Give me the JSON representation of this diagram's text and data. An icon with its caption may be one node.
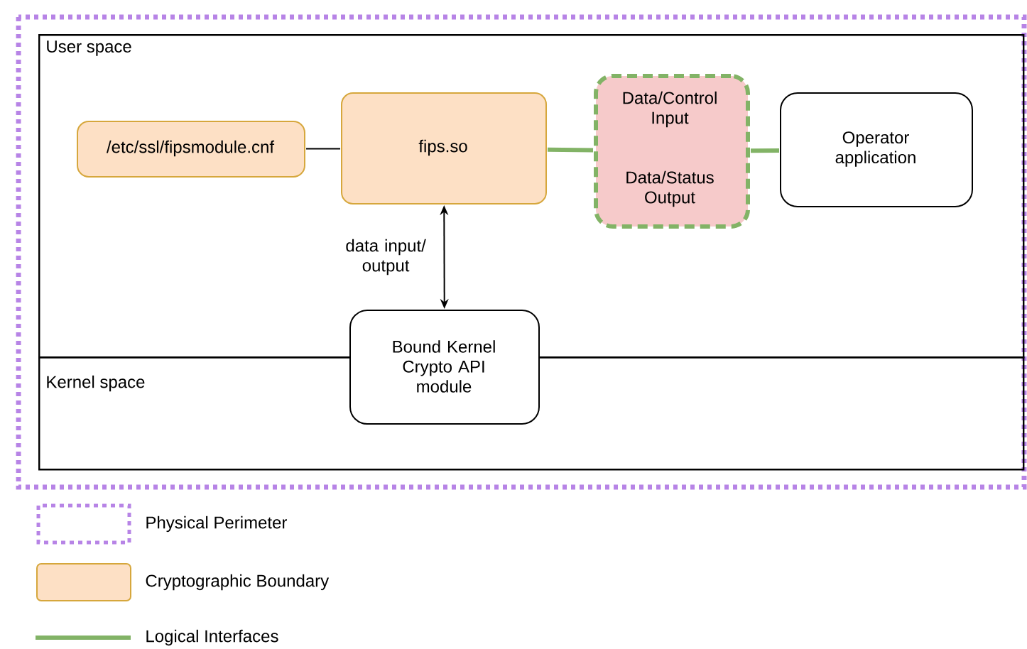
{
  "diagram": {
    "nodes": [
      {
        "text": [
          "User space"
        ]
      },
      {
        "text": [
          "Kernel space"
        ]
      },
      {
        "text": [
          "/etc/ssl/fipsmodule.cnf"
        ],
        "in": 0
      },
      {
        "text": [
          "fips.so"
        ],
        "in": 0
      },
      {
        "text": [
          "Data/Control Input",
          "Data/Status Output"
        ],
        "in": 0
      },
      {
        "text": [
          "Operator application"
        ],
        "in": 0
      },
      {
        "text": [
          "Bound Kernel Crypto API module"
        ]
      }
    ],
    "edges": [
      {
        "from": 2,
        "to": 3,
        "arrow": "none"
      },
      {
        "from": 3,
        "to": 4,
        "arrow": "none",
        "style": "thick",
        "color": "#82b366"
      },
      {
        "from": 4,
        "to": 5,
        "arrow": "none",
        "style": "thick",
        "color": "#82b366"
      },
      {
        "from": 3,
        "to": 6,
        "arrow": "both",
        "label": "data input/ output"
      }
    ],
    "legend": [
      {
        "text": "Physical Perimeter"
      },
      {
        "text": "Cryptographic Boundary",
        "color": "#fde0c5"
      },
      {
        "text": "Logical Interfaces"
      }
    ]
  }
}
